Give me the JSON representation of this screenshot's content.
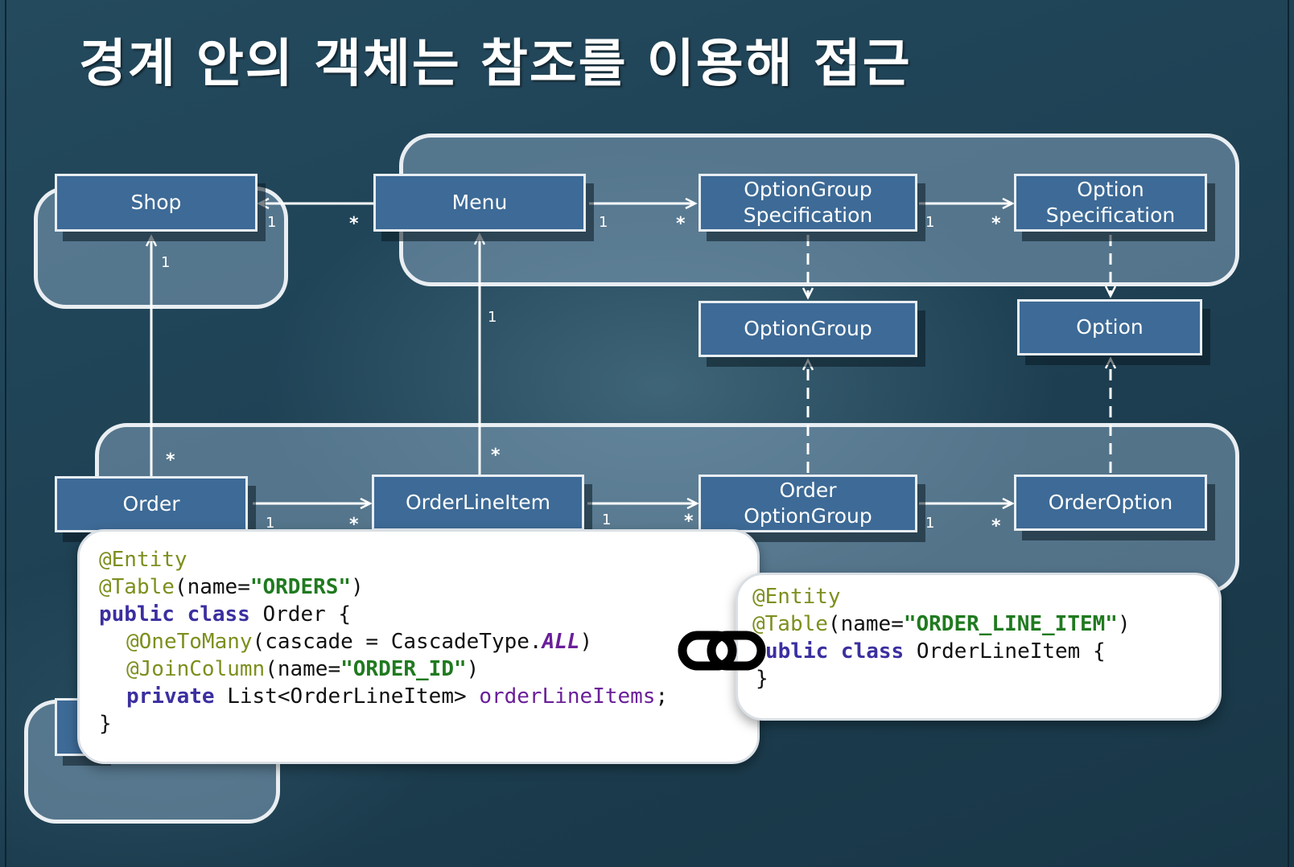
{
  "slide": {
    "title": "경계 안의 객체는 참조를 이용해 접근"
  },
  "classes": {
    "shop": "Shop",
    "menu": "Menu",
    "option_group_spec": [
      "OptionGroup",
      "Specification"
    ],
    "option_spec": [
      "Option",
      "Specification"
    ],
    "option_group": "OptionGroup",
    "option": "Option",
    "order": "Order",
    "order_line_item": "OrderLineItem",
    "order_option_group": [
      "Order",
      "OptionGroup"
    ],
    "order_option": "OrderOption"
  },
  "multiplicities": {
    "one": "1",
    "many": "*"
  },
  "code_left": {
    "l1": "@Entity",
    "l2_ann": "@Table",
    "l2_a": "(name=",
    "l2_str": "\"ORDERS\"",
    "l2_b": ")",
    "l3_kw": "public class",
    "l3_rest": " Order {",
    "l4_ann": "@OneToMany",
    "l4_a": "(cascade = CascadeType.",
    "l4_const": "ALL",
    "l4_b": ")",
    "l5_ann": "@JoinColumn",
    "l5_a": "(name=",
    "l5_str": "\"ORDER_ID\"",
    "l5_b": ")",
    "l6_kw": "private",
    "l6_a": " List<OrderLineItem> ",
    "l6_field": "orderLineItems",
    "l6_b": ";",
    "l7": "}"
  },
  "code_right": {
    "l1": "@Entity",
    "l2_ann": "@Table",
    "l2_a": "(name=",
    "l2_str": "\"ORDER_LINE_ITEM\"",
    "l2_b": ")",
    "l3_kw": "ublic class",
    "l3_rest": " OrderLineItem {",
    "l4": "}"
  },
  "icons": {
    "chain": "chain-link-icon"
  }
}
